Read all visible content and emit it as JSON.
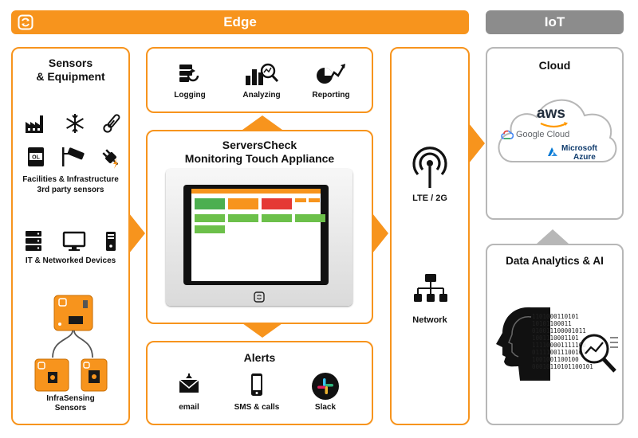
{
  "edge_banner": "Edge",
  "iot_banner": "IoT",
  "sensors": {
    "title": "Sensors\n& Equipment",
    "facilities_label": "Facilities & Infrastructure",
    "third_party_label": "3rd party sensors",
    "it_label": "IT & Networked Devices",
    "infrasensing_label": "InfraSensing\nSensors",
    "device_logo": "OL"
  },
  "top_box": {
    "logging": "Logging",
    "analyzing": "Analyzing",
    "reporting": "Reporting"
  },
  "appliance": {
    "title": "ServersCheck\nMonitoring Touch Appliance"
  },
  "alerts": {
    "title": "Alerts",
    "email": "email",
    "sms": "SMS & calls",
    "slack": "Slack"
  },
  "network": {
    "lte": "LTE / 2G",
    "network": "Network"
  },
  "cloud": {
    "title": "Cloud",
    "aws": "aws",
    "google": "Google Cloud",
    "azure_line1": "Microsoft",
    "azure_line2": "Azure"
  },
  "analytics": {
    "title": "Data Analytics & AI",
    "binary_lines": [
      "1101000110101",
      "10101100011",
      "010011100001011",
      "1001110001101",
      "111100001111100",
      "011110011100101",
      "1001001100100",
      "00010110101100101"
    ]
  },
  "colors": {
    "orange": "#f7941d",
    "grey": "#8c8c8c",
    "border_grey": "#b7b7b7"
  }
}
